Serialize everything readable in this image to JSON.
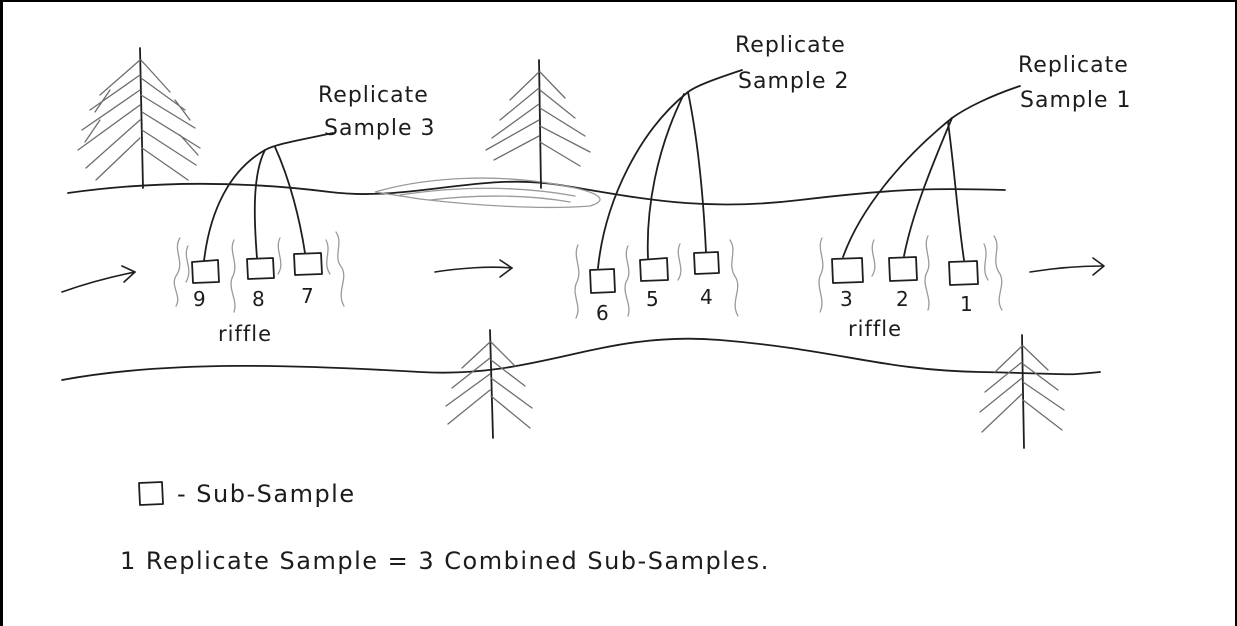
{
  "replicate_samples": [
    {
      "label_line1": "Replicate",
      "label_line2": "Sample 1",
      "subsamples": [
        "3",
        "2",
        "1"
      ]
    },
    {
      "label_line1": "Replicate",
      "label_line2": "Sample 2",
      "subsamples": [
        "6",
        "5",
        "4"
      ]
    },
    {
      "label_line1": "Replicate",
      "label_line2": "Sample 3",
      "subsamples": [
        "9",
        "8",
        "7"
      ]
    }
  ],
  "riffle_labels": [
    "riffle",
    "riffle"
  ],
  "legend": {
    "subsample_key": "- Sub-Sample",
    "definition": "1 Replicate Sample = 3 Combined Sub-Samples."
  }
}
